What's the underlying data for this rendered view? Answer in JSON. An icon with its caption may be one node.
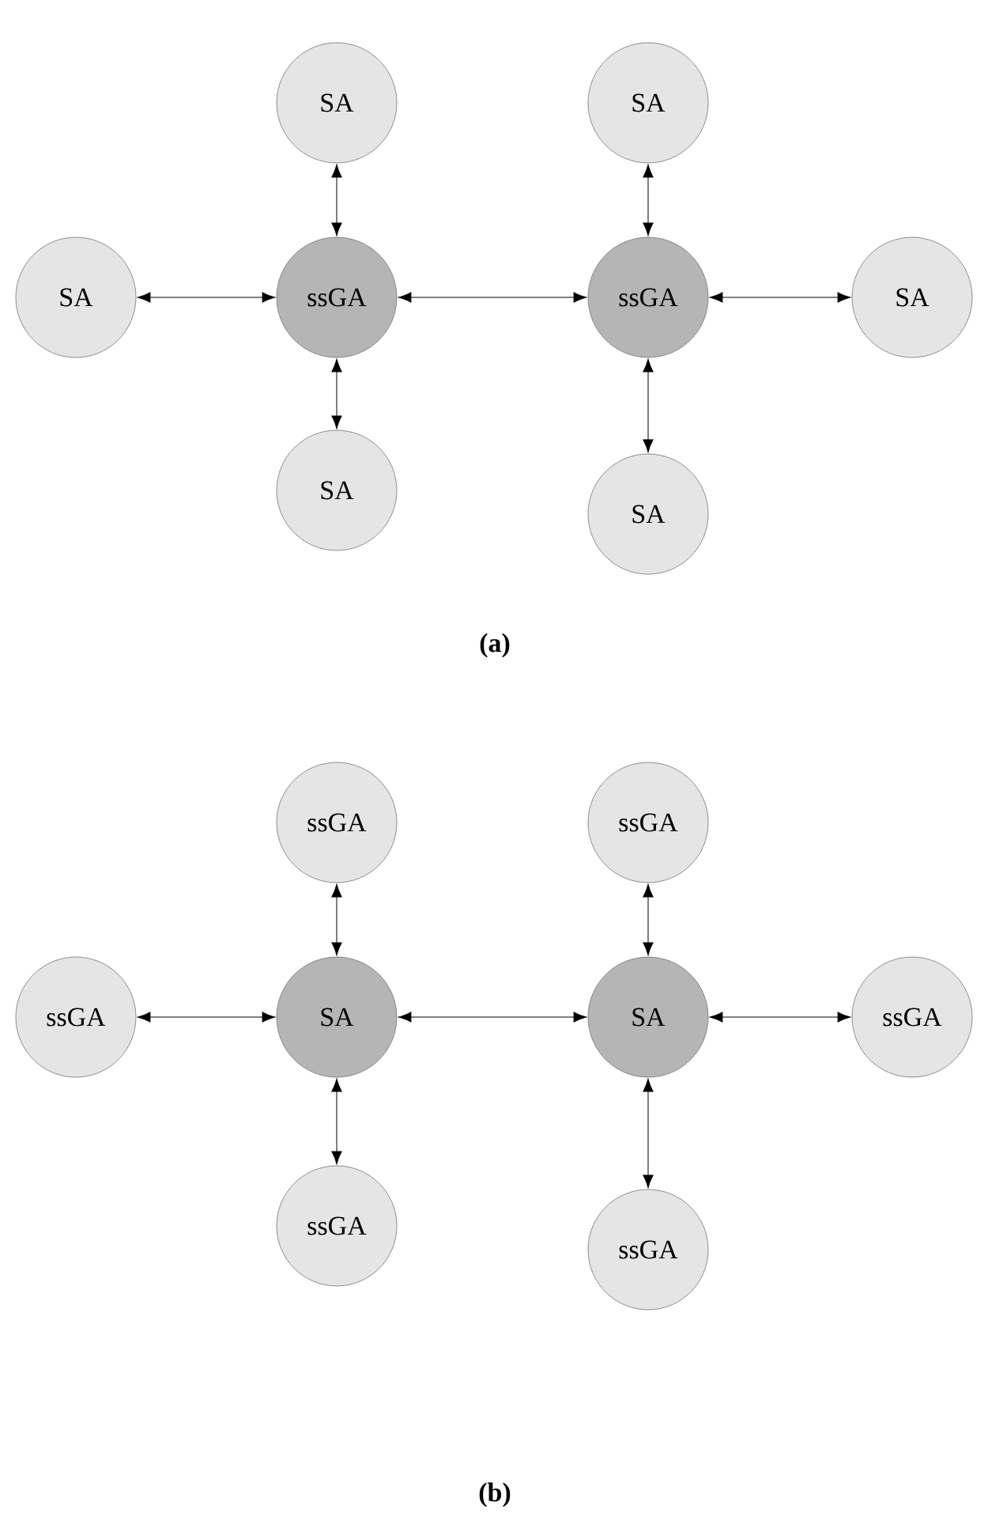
{
  "diagram": {
    "nodes": [
      {
        "text": [
          "SA"
        ]
      },
      {
        "text": [
          "SA"
        ]
      },
      {
        "text": [
          "SA"
        ]
      },
      {
        "text": [
          "ssGA"
        ]
      },
      {
        "text": [
          "ssGA"
        ]
      },
      {
        "text": [
          "SA"
        ]
      },
      {
        "text": [
          "SA"
        ]
      },
      {
        "text": [
          "SA"
        ]
      },
      {
        "text": [
          "ssGA"
        ]
      },
      {
        "text": [
          "ssGA"
        ]
      },
      {
        "text": [
          "ssGA"
        ]
      },
      {
        "text": [
          "SA"
        ]
      },
      {
        "text": [
          "SA"
        ]
      },
      {
        "text": [
          "ssGA"
        ]
      },
      {
        "text": [
          "ssGA"
        ]
      },
      {
        "text": [
          "ssGA"
        ]
      }
    ],
    "edges": [
      {
        "from": 0,
        "to": 3,
        "arrow": "both"
      },
      {
        "from": 1,
        "to": 4,
        "arrow": "both"
      },
      {
        "from": 2,
        "to": 3,
        "arrow": "both"
      },
      {
        "from": 3,
        "to": 4,
        "arrow": "both"
      },
      {
        "from": 4,
        "to": 5,
        "arrow": "both"
      },
      {
        "from": 3,
        "to": 6,
        "arrow": "both"
      },
      {
        "from": 4,
        "to": 7,
        "arrow": "both"
      },
      {
        "from": 8,
        "to": 11,
        "arrow": "both"
      },
      {
        "from": 9,
        "to": 12,
        "arrow": "both"
      },
      {
        "from": 10,
        "to": 11,
        "arrow": "both"
      },
      {
        "from": 11,
        "to": 12,
        "arrow": "both"
      },
      {
        "from": 12,
        "to": 13,
        "arrow": "both"
      },
      {
        "from": 11,
        "to": 14,
        "arrow": "both"
      },
      {
        "from": 12,
        "to": 15,
        "arrow": "both"
      }
    ],
    "labels": [
      "(a)",
      "(b)"
    ]
  }
}
